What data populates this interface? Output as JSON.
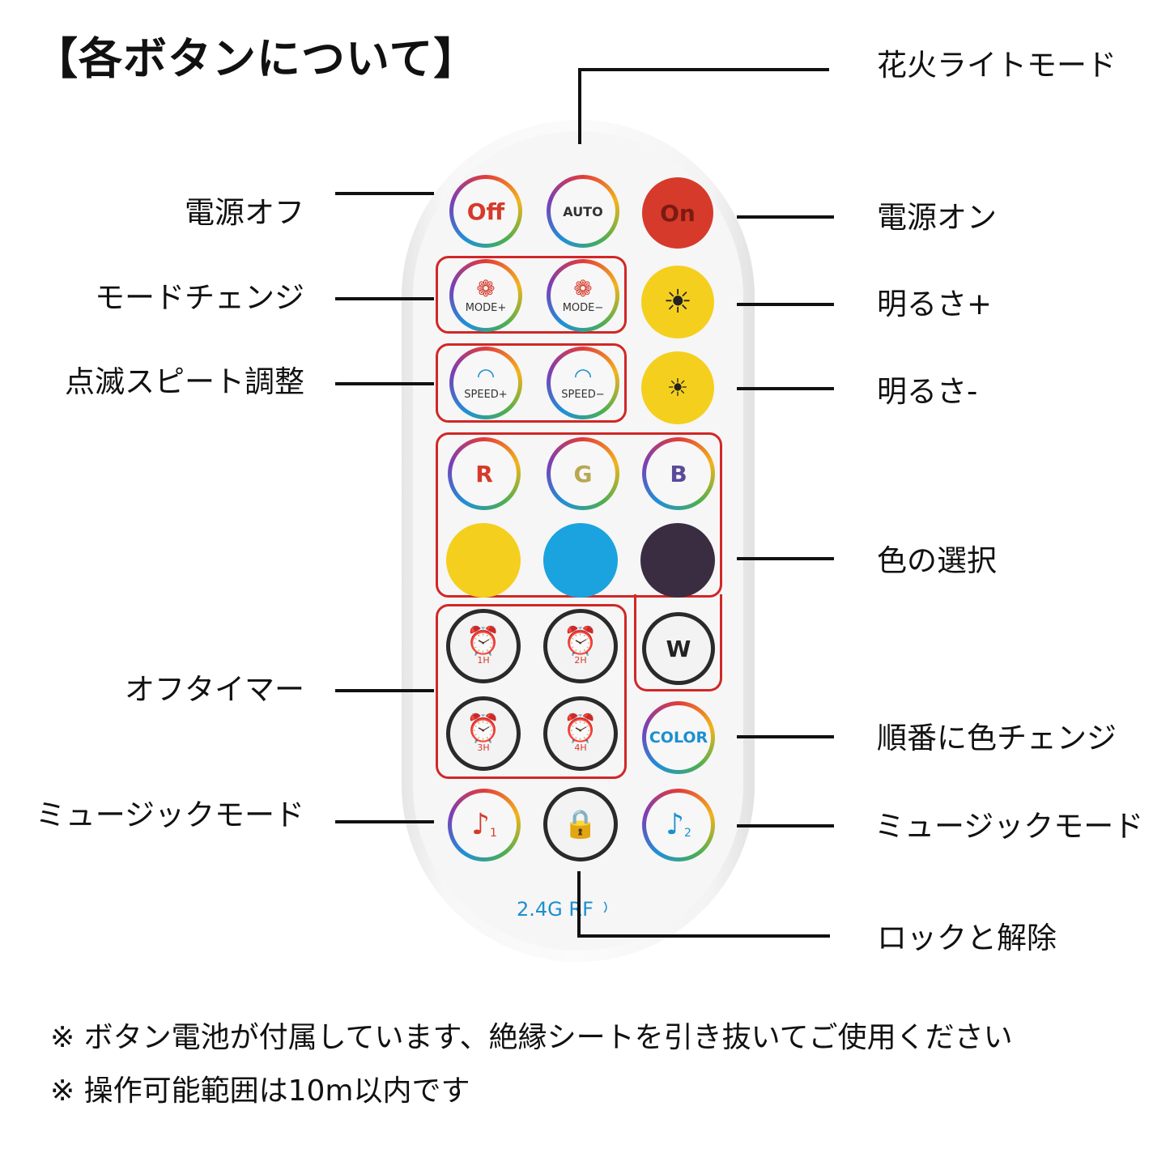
{
  "title": "【各ボタンについて】",
  "labels": {
    "fireworks": "花火ライトモード",
    "power_off": "電源オフ",
    "power_on": "電源オン",
    "mode_change": "モードチェンジ",
    "brightness_up": "明るさ+",
    "flash_speed": "点滅スピート調整",
    "brightness_down": "明るさ-",
    "color_select": "色の選択",
    "off_timer": "オフタイマー",
    "color_cycle": "順番に色チェンジ",
    "music_mode_left": "ミュージックモード",
    "music_mode_right": "ミュージックモード",
    "lock": "ロックと解除"
  },
  "remote": {
    "off": "Off",
    "auto": "AUTO",
    "on": "On",
    "mode_plus": "MODE+",
    "mode_minus": "MODE−",
    "speed_plus": "SPEED+",
    "speed_minus": "SPEED−",
    "r": "R",
    "g": "G",
    "b": "B",
    "w": "W",
    "timer_1": "1H",
    "timer_2": "2H",
    "timer_3": "3H",
    "timer_4": "4H",
    "color": "COLOR",
    "music_1": "1",
    "music_2": "2",
    "rf": "2.4G  RF"
  },
  "colors": {
    "red": "#d63a2a",
    "yellow": "#f5cf1d",
    "cyan": "#1ba3e0",
    "purple": "#3a2d42",
    "highlight": "#d12727"
  },
  "notes": [
    "※  ボタン電池が付属しています、絶縁シートを引き抜いてご使用ください",
    "※  操作可能範囲は10m以内です"
  ]
}
